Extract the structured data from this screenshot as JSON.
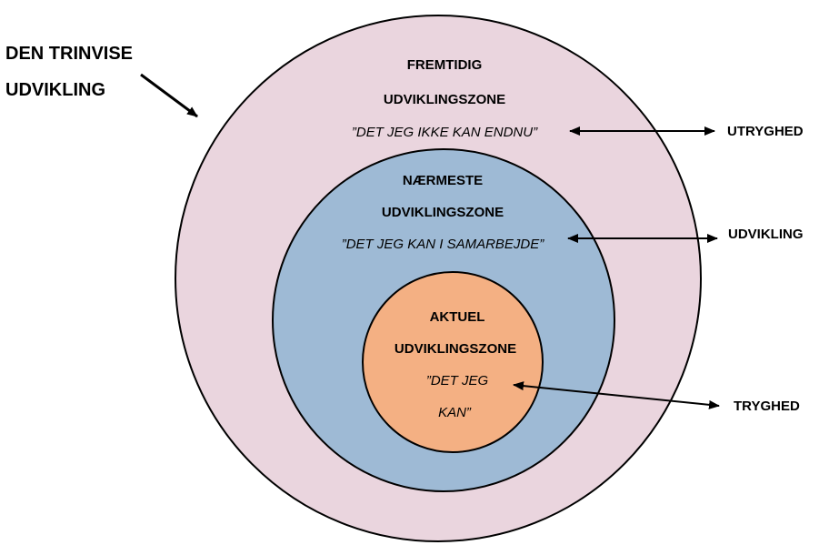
{
  "title": {
    "line1": "DEN TRINVISE",
    "line2": "UDVIKLING"
  },
  "zones": {
    "outer": {
      "line1": "FREMTIDIG",
      "line2": "UDVIKLINGSZONE",
      "quote": "”DET JEG IKKE KAN ENDNU”",
      "color": "#ead5de"
    },
    "middle": {
      "line1": "NÆRMESTE",
      "line2": "UDVIKLINGSZONE",
      "quote": "”DET JEG KAN I SAMARBEJDE”",
      "color": "#9ebad5"
    },
    "inner": {
      "line1": "AKTUEL",
      "line2": "UDVIKLINGSZONE",
      "quote1": "”DET JEG",
      "quote2": "KAN”",
      "color": "#f4b083"
    }
  },
  "labels": {
    "utryghed": "UTRYGHED",
    "udvikling": "UDVIKLING",
    "tryghed": "TRYGHED"
  }
}
